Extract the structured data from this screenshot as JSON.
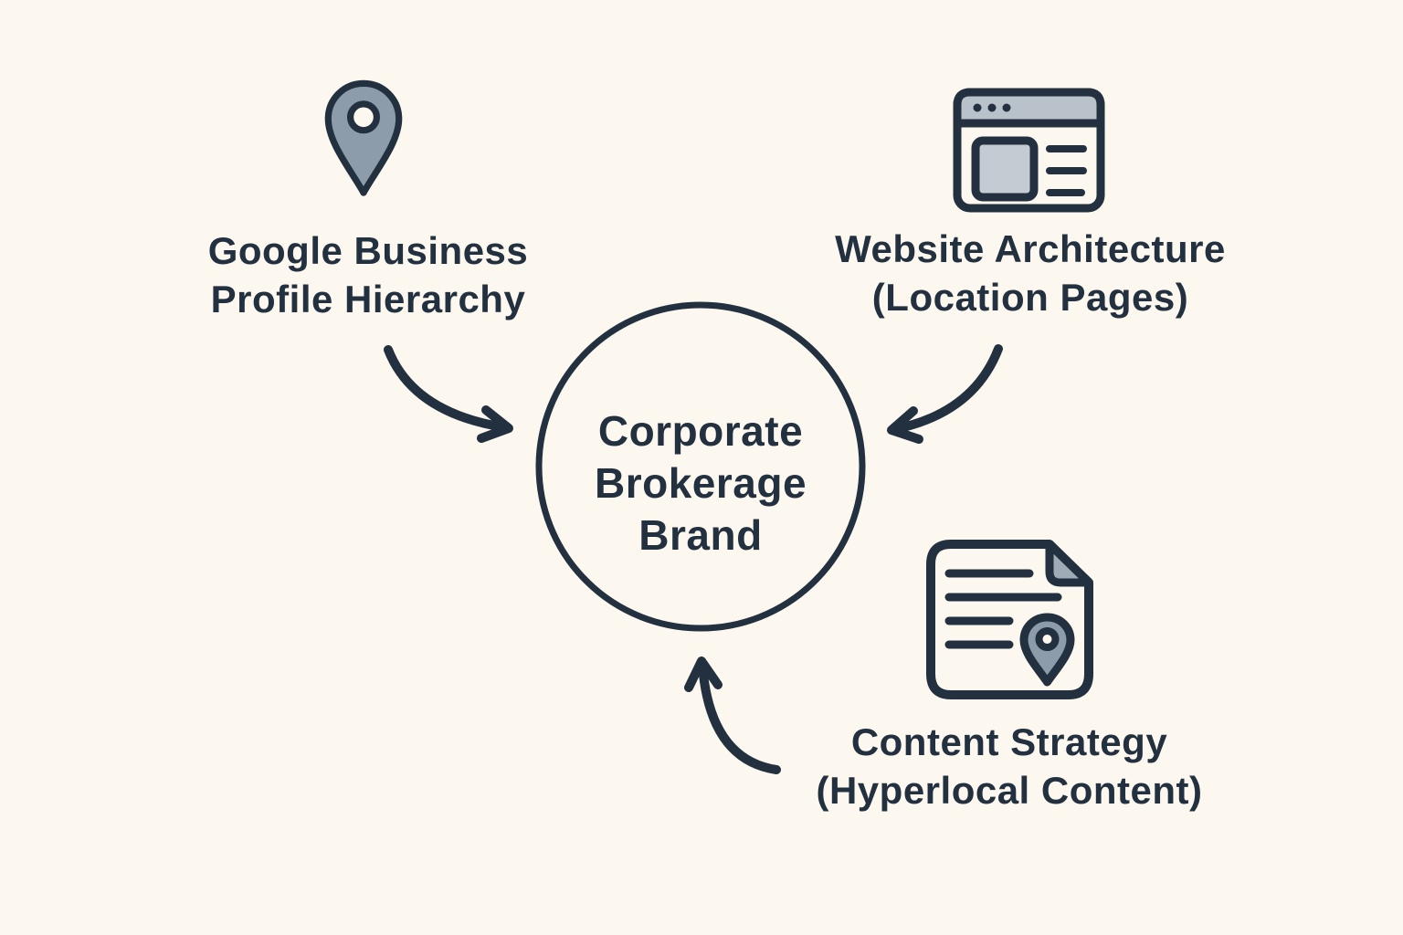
{
  "colors": {
    "background": "#fdf8ef",
    "ink": "#22303f",
    "pin_fill": "#8d9cab",
    "browser_bar_fill": "#b9c1ca",
    "browser_square_fill": "#c5cbd3",
    "document_fold_fill": "#9fabb7"
  },
  "diagram": {
    "center_node": {
      "shape": "circle",
      "label_lines": [
        "Corporate",
        "Brokerage",
        "Brand"
      ]
    },
    "nodes": [
      {
        "id": "google-business-profile",
        "icon": "map-pin-icon",
        "label_lines": [
          "Google Business",
          "Profile Hierarchy"
        ]
      },
      {
        "id": "website-architecture",
        "icon": "browser-window-icon",
        "label_lines": [
          "Website Architecture",
          "(Location Pages)"
        ]
      },
      {
        "id": "content-strategy",
        "icon": "document-location-icon",
        "label_lines": [
          "Content Strategy",
          "(Hyperlocal Content)"
        ]
      }
    ],
    "connections": [
      {
        "from": "google-business-profile",
        "to": "center",
        "style": "curved-arrow"
      },
      {
        "from": "website-architecture",
        "to": "center",
        "style": "curved-arrow"
      },
      {
        "from": "content-strategy",
        "to": "center",
        "style": "curved-arrow"
      }
    ]
  }
}
